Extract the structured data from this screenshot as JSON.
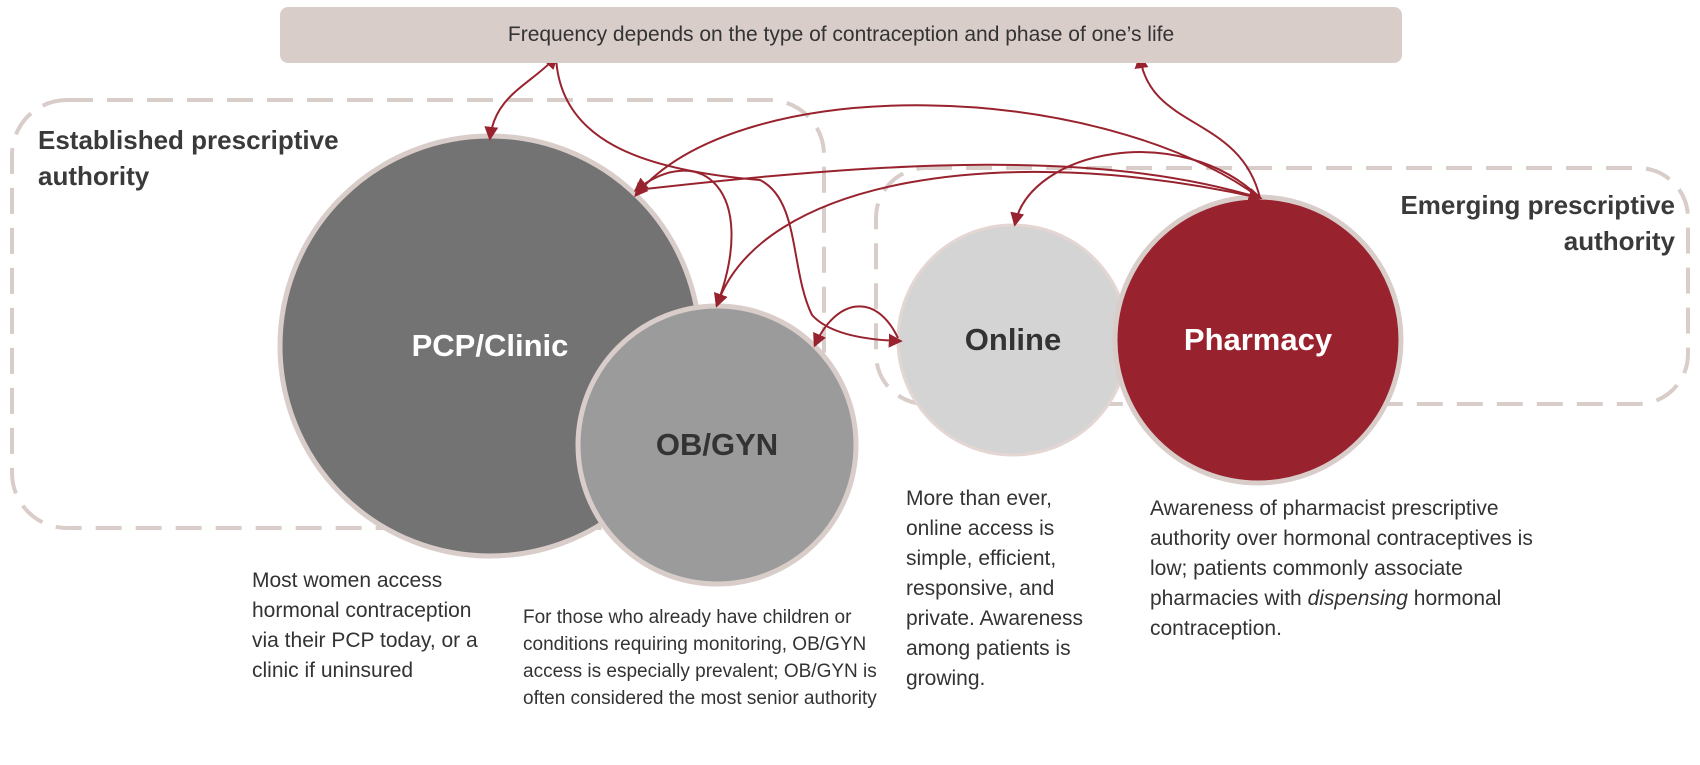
{
  "banner": {
    "text": "Frequency depends on the type of contraception and phase of one’s life"
  },
  "groups": {
    "established": "Established prescriptive authority",
    "emerging": "Emerging prescriptive authority"
  },
  "nodes": {
    "pcp": {
      "label": "PCP/Clinic",
      "color": "#737373"
    },
    "obgyn": {
      "label": "OB/GYN",
      "color": "#9b9b9b"
    },
    "online": {
      "label": "Online",
      "color": "#d4d4d4"
    },
    "pharmacy": {
      "label": "Pharmacy",
      "color": "#98232e"
    }
  },
  "descriptions": {
    "pcp": "Most women access hormonal contraception via their PCP today, or a clinic if uninsured",
    "obgyn": "For those who already have children or conditions requiring monitoring, OB/GYN access is especially prevalent; OB/GYN is often considered the most senior authority",
    "online": "More than ever, online access is simple, efficient, responsive, and private. Awareness among patients is growing.",
    "pharmacy_before": "Awareness of pharmacist prescriptive authority over hormonal contraceptives is low; patients commonly associate pharmacies with ",
    "pharmacy_emphasis": "dispensing",
    "pharmacy_after": " hormonal contraception."
  },
  "colors": {
    "arrow": "#98232e",
    "dash": "#d9cdca",
    "circle_outline": "#d9cdca",
    "banner": "#d9cdca"
  }
}
